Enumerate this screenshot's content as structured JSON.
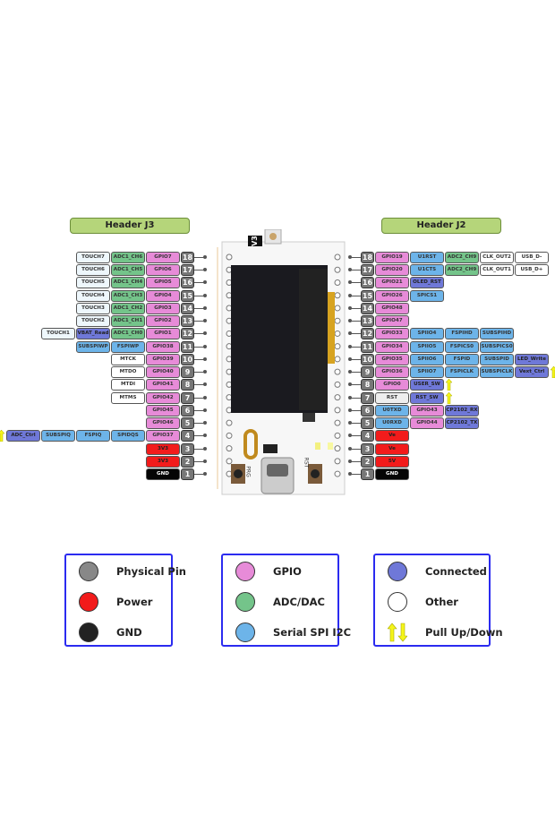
{
  "headers": {
    "left": "Header J3",
    "right": "Header J2"
  },
  "board": {
    "version_label": "V3",
    "button_left": "PRG",
    "button_right": "RST"
  },
  "colors": {
    "gpio": "#e78bd8",
    "adc": "#74c48a",
    "spi": "#6db4e9",
    "connected": "#6f78d8",
    "other": "#ffffff",
    "power": "#f21b1b",
    "gnd": "#050505",
    "physical_pin": "#777777",
    "pull_arrow": "#f5f51a",
    "legend_border": "#2b2bf0",
    "header_bg": "#b5d57a"
  },
  "left_pins": [
    {
      "pin": "18",
      "cells": [
        {
          "t": "GPIO7",
          "c": "gpio"
        },
        {
          "t": "ADC1_CH6",
          "c": "adc"
        },
        {
          "t": "TOUCH7",
          "c": "touch"
        }
      ]
    },
    {
      "pin": "17",
      "cells": [
        {
          "t": "GPIO6",
          "c": "gpio"
        },
        {
          "t": "ADC1_CH5",
          "c": "adc"
        },
        {
          "t": "TOUCH6",
          "c": "touch"
        }
      ]
    },
    {
      "pin": "16",
      "cells": [
        {
          "t": "GPIO5",
          "c": "gpio"
        },
        {
          "t": "ADC1_CH4",
          "c": "adc"
        },
        {
          "t": "TOUCH5",
          "c": "touch"
        }
      ]
    },
    {
      "pin": "15",
      "cells": [
        {
          "t": "GPIO4",
          "c": "gpio"
        },
        {
          "t": "ADC1_CH3",
          "c": "adc"
        },
        {
          "t": "TOUCH4",
          "c": "touch"
        }
      ]
    },
    {
      "pin": "14",
      "cells": [
        {
          "t": "GPIO3",
          "c": "gpio"
        },
        {
          "t": "ADC1_CH2",
          "c": "adc"
        },
        {
          "t": "TOUCH3",
          "c": "touch"
        }
      ]
    },
    {
      "pin": "13",
      "cells": [
        {
          "t": "GPIO2",
          "c": "gpio"
        },
        {
          "t": "ADC1_CH1",
          "c": "adc"
        },
        {
          "t": "TOUCH2",
          "c": "touch"
        }
      ]
    },
    {
      "pin": "12",
      "cells": [
        {
          "t": "GPIO1",
          "c": "gpio"
        },
        {
          "t": "ADC1_CH0",
          "c": "adc"
        },
        {
          "t": "VBAT_Read",
          "c": "conn"
        },
        {
          "t": "TOUCH1",
          "c": "touch"
        }
      ]
    },
    {
      "pin": "11",
      "cells": [
        {
          "t": "GPIO38",
          "c": "gpio"
        },
        {
          "t": "FSPIWP",
          "c": "spi"
        },
        {
          "t": "SUBSPIWP",
          "c": "spi"
        }
      ]
    },
    {
      "pin": "10",
      "cells": [
        {
          "t": "GPIO39",
          "c": "gpio"
        },
        {
          "t": "MTCK",
          "c": "other"
        }
      ]
    },
    {
      "pin": "9",
      "cells": [
        {
          "t": "GPIO40",
          "c": "gpio"
        },
        {
          "t": "MTDO",
          "c": "other"
        }
      ]
    },
    {
      "pin": "8",
      "cells": [
        {
          "t": "GPIO41",
          "c": "gpio"
        },
        {
          "t": "MTDI",
          "c": "other"
        }
      ]
    },
    {
      "pin": "7",
      "cells": [
        {
          "t": "GPIO42",
          "c": "gpio"
        },
        {
          "t": "MTMS",
          "c": "other"
        }
      ]
    },
    {
      "pin": "6",
      "cells": [
        {
          "t": "GPIO45",
          "c": "gpio"
        }
      ]
    },
    {
      "pin": "5",
      "cells": [
        {
          "t": "GPIO46",
          "c": "gpio"
        }
      ]
    },
    {
      "pin": "4",
      "arrow": "up",
      "cells": [
        {
          "t": "GPIO37",
          "c": "gpio"
        },
        {
          "t": "SPIDQS",
          "c": "spi"
        },
        {
          "t": "FSPIQ",
          "c": "spi"
        },
        {
          "t": "SUBSPIQ",
          "c": "spi"
        },
        {
          "t": "ADC_Ctrl",
          "c": "conn"
        }
      ]
    },
    {
      "pin": "3",
      "cells": [
        {
          "t": "3V3",
          "c": "power"
        }
      ]
    },
    {
      "pin": "2",
      "cells": [
        {
          "t": "3V3",
          "c": "power"
        }
      ]
    },
    {
      "pin": "1",
      "cells": [
        {
          "t": "GND",
          "c": "gnd"
        }
      ]
    }
  ],
  "right_pins": [
    {
      "pin": "18",
      "cells": [
        {
          "t": "GPIO19",
          "c": "gpio"
        },
        {
          "t": "U1RST",
          "c": "spi"
        },
        {
          "t": "ADC2_CH9",
          "c": "adc"
        },
        {
          "t": "CLK_OUT2",
          "c": "other"
        },
        {
          "t": "USB_D-",
          "c": "other"
        }
      ]
    },
    {
      "pin": "17",
      "cells": [
        {
          "t": "GPIO20",
          "c": "gpio"
        },
        {
          "t": "U1CTS",
          "c": "spi"
        },
        {
          "t": "ADC2_CH9",
          "c": "adc"
        },
        {
          "t": "CLK_OUT1",
          "c": "other"
        },
        {
          "t": "USB_D+",
          "c": "other"
        }
      ]
    },
    {
      "pin": "16",
      "cells": [
        {
          "t": "GPIO21",
          "c": "gpio"
        },
        {
          "t": "OLED_RST",
          "c": "conn"
        }
      ]
    },
    {
      "pin": "15",
      "cells": [
        {
          "t": "GPIO26",
          "c": "gpio"
        },
        {
          "t": "SPICS1",
          "c": "spi"
        }
      ]
    },
    {
      "pin": "14",
      "cells": [
        {
          "t": "GPIO48",
          "c": "gpio"
        }
      ]
    },
    {
      "pin": "13",
      "cells": [
        {
          "t": "GPIO47",
          "c": "gpio"
        }
      ]
    },
    {
      "pin": "12",
      "cells": [
        {
          "t": "GPIO33",
          "c": "gpio"
        },
        {
          "t": "SPIIO4",
          "c": "spi"
        },
        {
          "t": "FSPIHD",
          "c": "spi"
        },
        {
          "t": "SUBSPIHD",
          "c": "spi"
        }
      ]
    },
    {
      "pin": "11",
      "cells": [
        {
          "t": "GPIO34",
          "c": "gpio"
        },
        {
          "t": "SPIIO5",
          "c": "spi"
        },
        {
          "t": "FSPICS0",
          "c": "spi"
        },
        {
          "t": "SUBSPICS0",
          "c": "spi"
        }
      ]
    },
    {
      "pin": "10",
      "cells": [
        {
          "t": "GPIO35",
          "c": "gpio"
        },
        {
          "t": "SPIIO6",
          "c": "spi"
        },
        {
          "t": "FSPID",
          "c": "spi"
        },
        {
          "t": "SUBSPID",
          "c": "spi"
        },
        {
          "t": "LED_Write",
          "c": "conn"
        }
      ]
    },
    {
      "pin": "9",
      "arrow": "up",
      "cells": [
        {
          "t": "GPIO36",
          "c": "gpio"
        },
        {
          "t": "SPIIO7",
          "c": "spi"
        },
        {
          "t": "FSPICLK",
          "c": "spi"
        },
        {
          "t": "SUBSPICLK",
          "c": "spi"
        },
        {
          "t": "Vext_Ctrl",
          "c": "conn"
        }
      ]
    },
    {
      "pin": "8",
      "arrow": "up",
      "cells": [
        {
          "t": "GPIO0",
          "c": "gpio"
        },
        {
          "t": "USER_SW",
          "c": "conn"
        }
      ]
    },
    {
      "pin": "7",
      "arrow": "up",
      "cells": [
        {
          "t": "RST",
          "c": "rst"
        },
        {
          "t": "RST_SW",
          "c": "conn"
        }
      ]
    },
    {
      "pin": "6",
      "cells": [
        {
          "t": "U0TXD",
          "c": "spi"
        },
        {
          "t": "GPIO43",
          "c": "gpio"
        },
        {
          "t": "CP2102_RX",
          "c": "conn"
        }
      ]
    },
    {
      "pin": "5",
      "cells": [
        {
          "t": "U0RXD",
          "c": "spi"
        },
        {
          "t": "GPIO44",
          "c": "gpio"
        },
        {
          "t": "CP2102_TX",
          "c": "conn"
        }
      ]
    },
    {
      "pin": "4",
      "cells": [
        {
          "t": "Ve",
          "c": "power"
        }
      ]
    },
    {
      "pin": "3",
      "cells": [
        {
          "t": "Ve",
          "c": "power"
        }
      ]
    },
    {
      "pin": "2",
      "cells": [
        {
          "t": "5V",
          "c": "power"
        }
      ]
    },
    {
      "pin": "1",
      "cells": [
        {
          "t": "GND",
          "c": "gnd"
        }
      ]
    }
  ],
  "legend": [
    {
      "items": [
        {
          "label": "Physical Pin",
          "color": "#888888"
        },
        {
          "label": "Power",
          "color": "#f21b1b"
        },
        {
          "label": "GND",
          "color": "#222222"
        }
      ]
    },
    {
      "items": [
        {
          "label": "GPIO",
          "color": "#e78bd8"
        },
        {
          "label": "ADC/DAC",
          "color": "#74c48a"
        },
        {
          "label": "Serial SPI I2C",
          "color": "#6db4e9"
        }
      ]
    },
    {
      "items": [
        {
          "label": "Connected",
          "color": "#6f78d8"
        },
        {
          "label": "Other",
          "color": "#ffffff"
        },
        {
          "label": "Pull Up/Down",
          "icon": "pull-up-down-arrows-icon"
        }
      ]
    }
  ]
}
